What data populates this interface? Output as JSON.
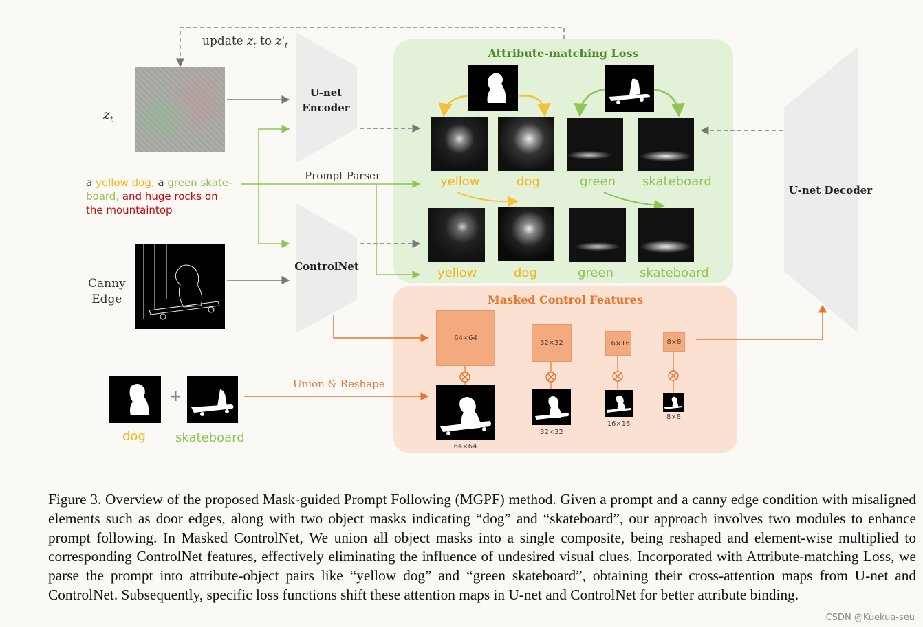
{
  "labels": {
    "update": "update z_t to z'_t",
    "zt": "z_t",
    "unet_encoder": [
      "U-net",
      "Encoder"
    ],
    "controlnet": "ControlNet",
    "unet_decoder": "U-net  Decoder",
    "prompt_parser": "Prompt Parser",
    "canny_edge": [
      "Canny",
      "Edge"
    ],
    "union_reshape": "Union & Reshape"
  },
  "prompt_parts": [
    {
      "text": "a ",
      "color": "#333333"
    },
    {
      "text": "yellow dog,",
      "color": "#f3b416"
    },
    {
      "text": " a ",
      "color": "#333333"
    },
    {
      "text": "green skate-",
      "color": "#8dc654"
    },
    {
      "text": "board,",
      "color": "#8dc654"
    },
    {
      "text": "  and huge rocks on",
      "color": "#c40c0c"
    },
    {
      "text": "the mountaintop",
      "color": "#c40c0c"
    }
  ],
  "attribute_panel": {
    "title": "Attribute-matching Loss",
    "title_color": "#4f8a27",
    "row1_words": [
      "yellow",
      "dog",
      "green",
      "skateboard"
    ],
    "row2_words": [
      "yellow",
      "dog",
      "green",
      "skateboard"
    ]
  },
  "masked_panel": {
    "title": "Masked Control Features",
    "title_color": "#e8742c",
    "features": [
      "64×64",
      "32×32",
      "16×16",
      "8×8"
    ],
    "mask_sizes": [
      "64×64",
      "32×32",
      "16×16",
      "8×8"
    ],
    "multiply_symbol": "⊗"
  },
  "mask_labels": [
    "dog",
    "skateboard"
  ],
  "plus": "+",
  "colors": {
    "yellow": "#f3b416",
    "green": "#8dc654",
    "orange": "#e8742c",
    "red": "#c40c0c",
    "gray": "#777777"
  },
  "caption": "Figure 3. Overview of the proposed Mask-guided Prompt Following (MGPF) method. Given a prompt and a canny edge condition with misaligned elements such as door edges, along with two object masks indicating “dog” and “skateboard”, our approach involves two modules to enhance prompt following. In Masked ControlNet, We union all object masks into a single composite, being reshaped and element-wise multiplied to corresponding ControlNet features, effectively eliminating the influence of undesired visual clues. Incorporated with Attribute-matching Loss, we parse the prompt into attribute-object pairs like “yellow dog” and “green skateboard”, obtaining their cross-attention maps from U-net and ControlNet. Subsequently, specific loss functions shift these attention maps in U-net and ControlNet for better attribute binding.",
  "watermark": "CSDN @Kuekua-seu"
}
